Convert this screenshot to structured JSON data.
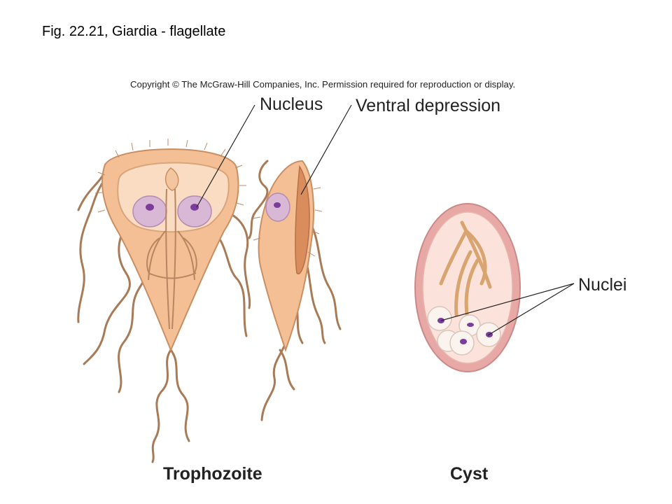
{
  "figure": {
    "title": "Fig. 22.21, Giardia - flagellate",
    "copyright": "Copyright © The McGraw-Hill Companies, Inc. Permission required for reproduction or display."
  },
  "labels": {
    "nucleus": "Nucleus",
    "ventral_depression": "Ventral depression",
    "nuclei": "Nuclei"
  },
  "captions": {
    "trophozoite": "Trophozoite",
    "cyst": "Cyst"
  },
  "colors": {
    "body_fill": "#f4bf95",
    "body_outline": "#c98f63",
    "disk_fill": "#f9dcc2",
    "nucleus_fill": "#d9b8d6",
    "nucleus_dot": "#7a3e9a",
    "flagellum": "#a87a55",
    "cyst_wall": "#e7a8a6",
    "cyst_inner": "#fbe2da"
  }
}
